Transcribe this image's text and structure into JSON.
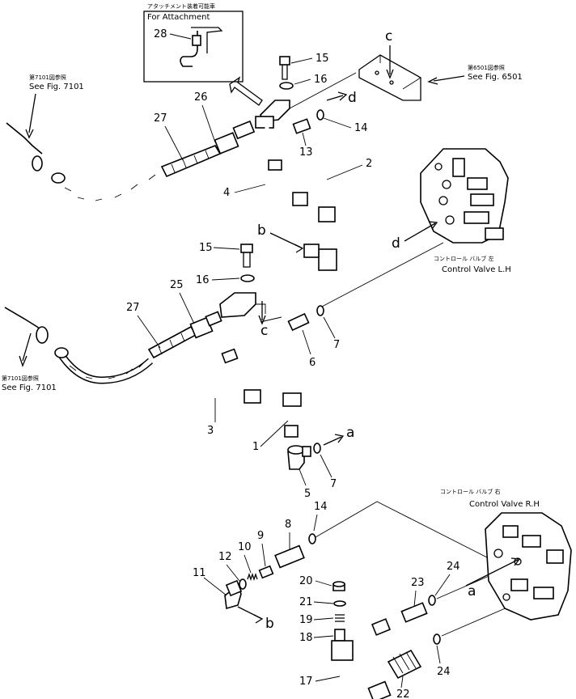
{
  "inset": {
    "jp": "アタッチメント装着可能車",
    "en": "For Attachment",
    "part": "28"
  },
  "refs": {
    "fig7101_top_jp": "第7101図参照",
    "fig7101_top_en": "See Fig. 7101",
    "fig6501_jp": "第6501図参照",
    "fig6501_en": "See Fig. 6501",
    "fig7101_bot_jp": "第7101図参照",
    "fig7101_bot_en": "See Fig. 7101",
    "cv_lh_jp": "コントロール バルブ 左",
    "cv_lh_en": "Control Valve L.H",
    "cv_rh_jp": "コントロール バルブ 右",
    "cv_rh_en": "Control Valve R.H"
  },
  "parts": {
    "p1": "1",
    "p2": "2",
    "p3": "3",
    "p4": "4",
    "p5": "5",
    "p6": "6",
    "p7a": "7",
    "p7b": "7",
    "p8": "8",
    "p9": "9",
    "p10": "10",
    "p11": "11",
    "p12": "12",
    "p13": "13",
    "p14a": "14",
    "p14b": "14",
    "p15a": "15",
    "p15b": "15",
    "p16a": "16",
    "p16b": "16",
    "p17": "17",
    "p18": "18",
    "p19": "19",
    "p20": "20",
    "p21": "21",
    "p22": "22",
    "p23": "23",
    "p24a": "24",
    "p24b": "24",
    "p25": "25",
    "p26": "26",
    "p27a": "27",
    "p27b": "27"
  },
  "letters": {
    "c_top": "c",
    "d_top": "d",
    "b_mid": "b",
    "d_mid": "d",
    "c_mid": "c",
    "a_mid": "a",
    "b_bot": "b",
    "a_bot": "a"
  }
}
